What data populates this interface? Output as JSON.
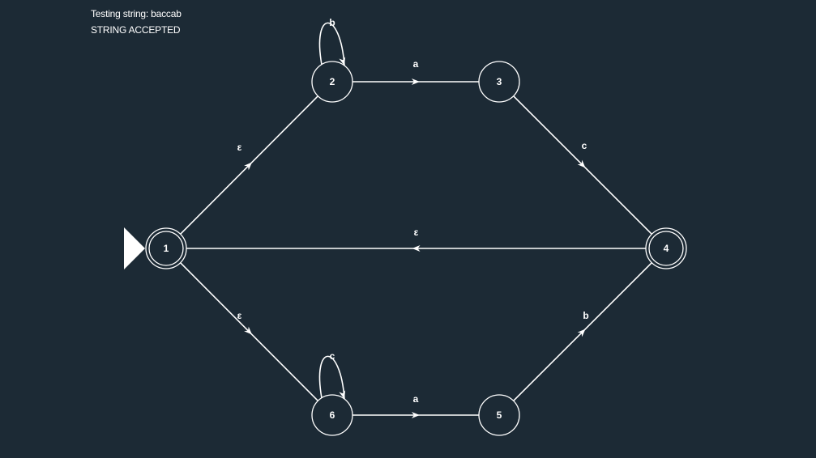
{
  "status": {
    "testing_line": "Testing string: baccab",
    "result_line": "STRING ACCEPTED"
  },
  "automaton": {
    "start_state": "1",
    "states": [
      {
        "id": "1",
        "accepting": true
      },
      {
        "id": "2",
        "accepting": false
      },
      {
        "id": "3",
        "accepting": false
      },
      {
        "id": "4",
        "accepting": true
      },
      {
        "id": "5",
        "accepting": false
      },
      {
        "id": "6",
        "accepting": false
      }
    ],
    "transitions": [
      {
        "from": "1",
        "to": "2",
        "symbol": "ε"
      },
      {
        "from": "2",
        "to": "2",
        "symbol": "b"
      },
      {
        "from": "2",
        "to": "3",
        "symbol": "a"
      },
      {
        "from": "3",
        "to": "4",
        "symbol": "c"
      },
      {
        "from": "4",
        "to": "1",
        "symbol": "ε"
      },
      {
        "from": "1",
        "to": "6",
        "symbol": "ε"
      },
      {
        "from": "6",
        "to": "6",
        "symbol": "c"
      },
      {
        "from": "6",
        "to": "5",
        "symbol": "a"
      },
      {
        "from": "5",
        "to": "4",
        "symbol": "b"
      }
    ]
  },
  "colors": {
    "background": "#1c2a35",
    "foreground": "#ffffff"
  }
}
